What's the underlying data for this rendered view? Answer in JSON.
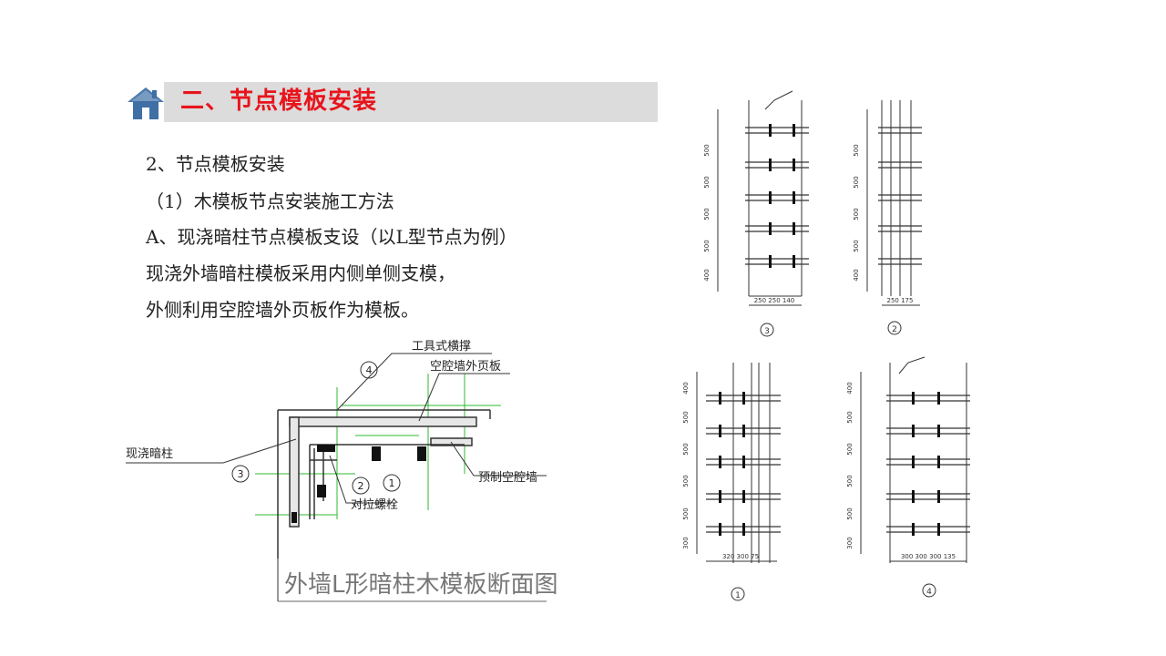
{
  "section": {
    "title": "二、节点模板安装"
  },
  "content": {
    "line1": "2、节点模板安装",
    "line2": "（1）木模板节点安装施工方法",
    "line3": "A、现浇暗柱节点模板支设（以L型节点为例）",
    "line4": "现浇外墙暗柱模板采用内侧单侧支模，",
    "line5": "外侧利用空腔墙外页板作为模板。"
  },
  "section_figure": {
    "caption": "外墙L形暗柱木模板断面图",
    "labels": {
      "tool_brace": "工具式横撑",
      "cavity_outer": "空腔墙外页板",
      "cast_column": "现浇暗柱",
      "precast_wall": "预制空腔墙",
      "tie_bolt": "对拉螺栓"
    },
    "markers": {
      "m1": "1",
      "m2": "2",
      "m3": "3",
      "m4": "4"
    }
  },
  "elevations": {
    "e3": {
      "marker": "3",
      "dims_v": [
        "500",
        "500",
        "500",
        "500",
        "400"
      ],
      "dims_h": "250 250 140"
    },
    "e2": {
      "marker": "2",
      "dims_v": [
        "500",
        "500",
        "500",
        "500",
        "400"
      ],
      "dims_h": "250 175"
    },
    "e1": {
      "marker": "1",
      "dims_v": [
        "400",
        "500",
        "500",
        "500",
        "500",
        "300"
      ],
      "dims_h": "320 300 75"
    },
    "e4": {
      "marker": "4",
      "dims_v": [
        "400",
        "500",
        "500",
        "500",
        "500",
        "300"
      ],
      "dims_h": "300 300 300 135"
    }
  },
  "colors": {
    "title_red": "#e8141c",
    "title_bar": "#dcdcdc",
    "icon_blue": "#3f6fa5",
    "cad_green": "#2fb82f"
  }
}
